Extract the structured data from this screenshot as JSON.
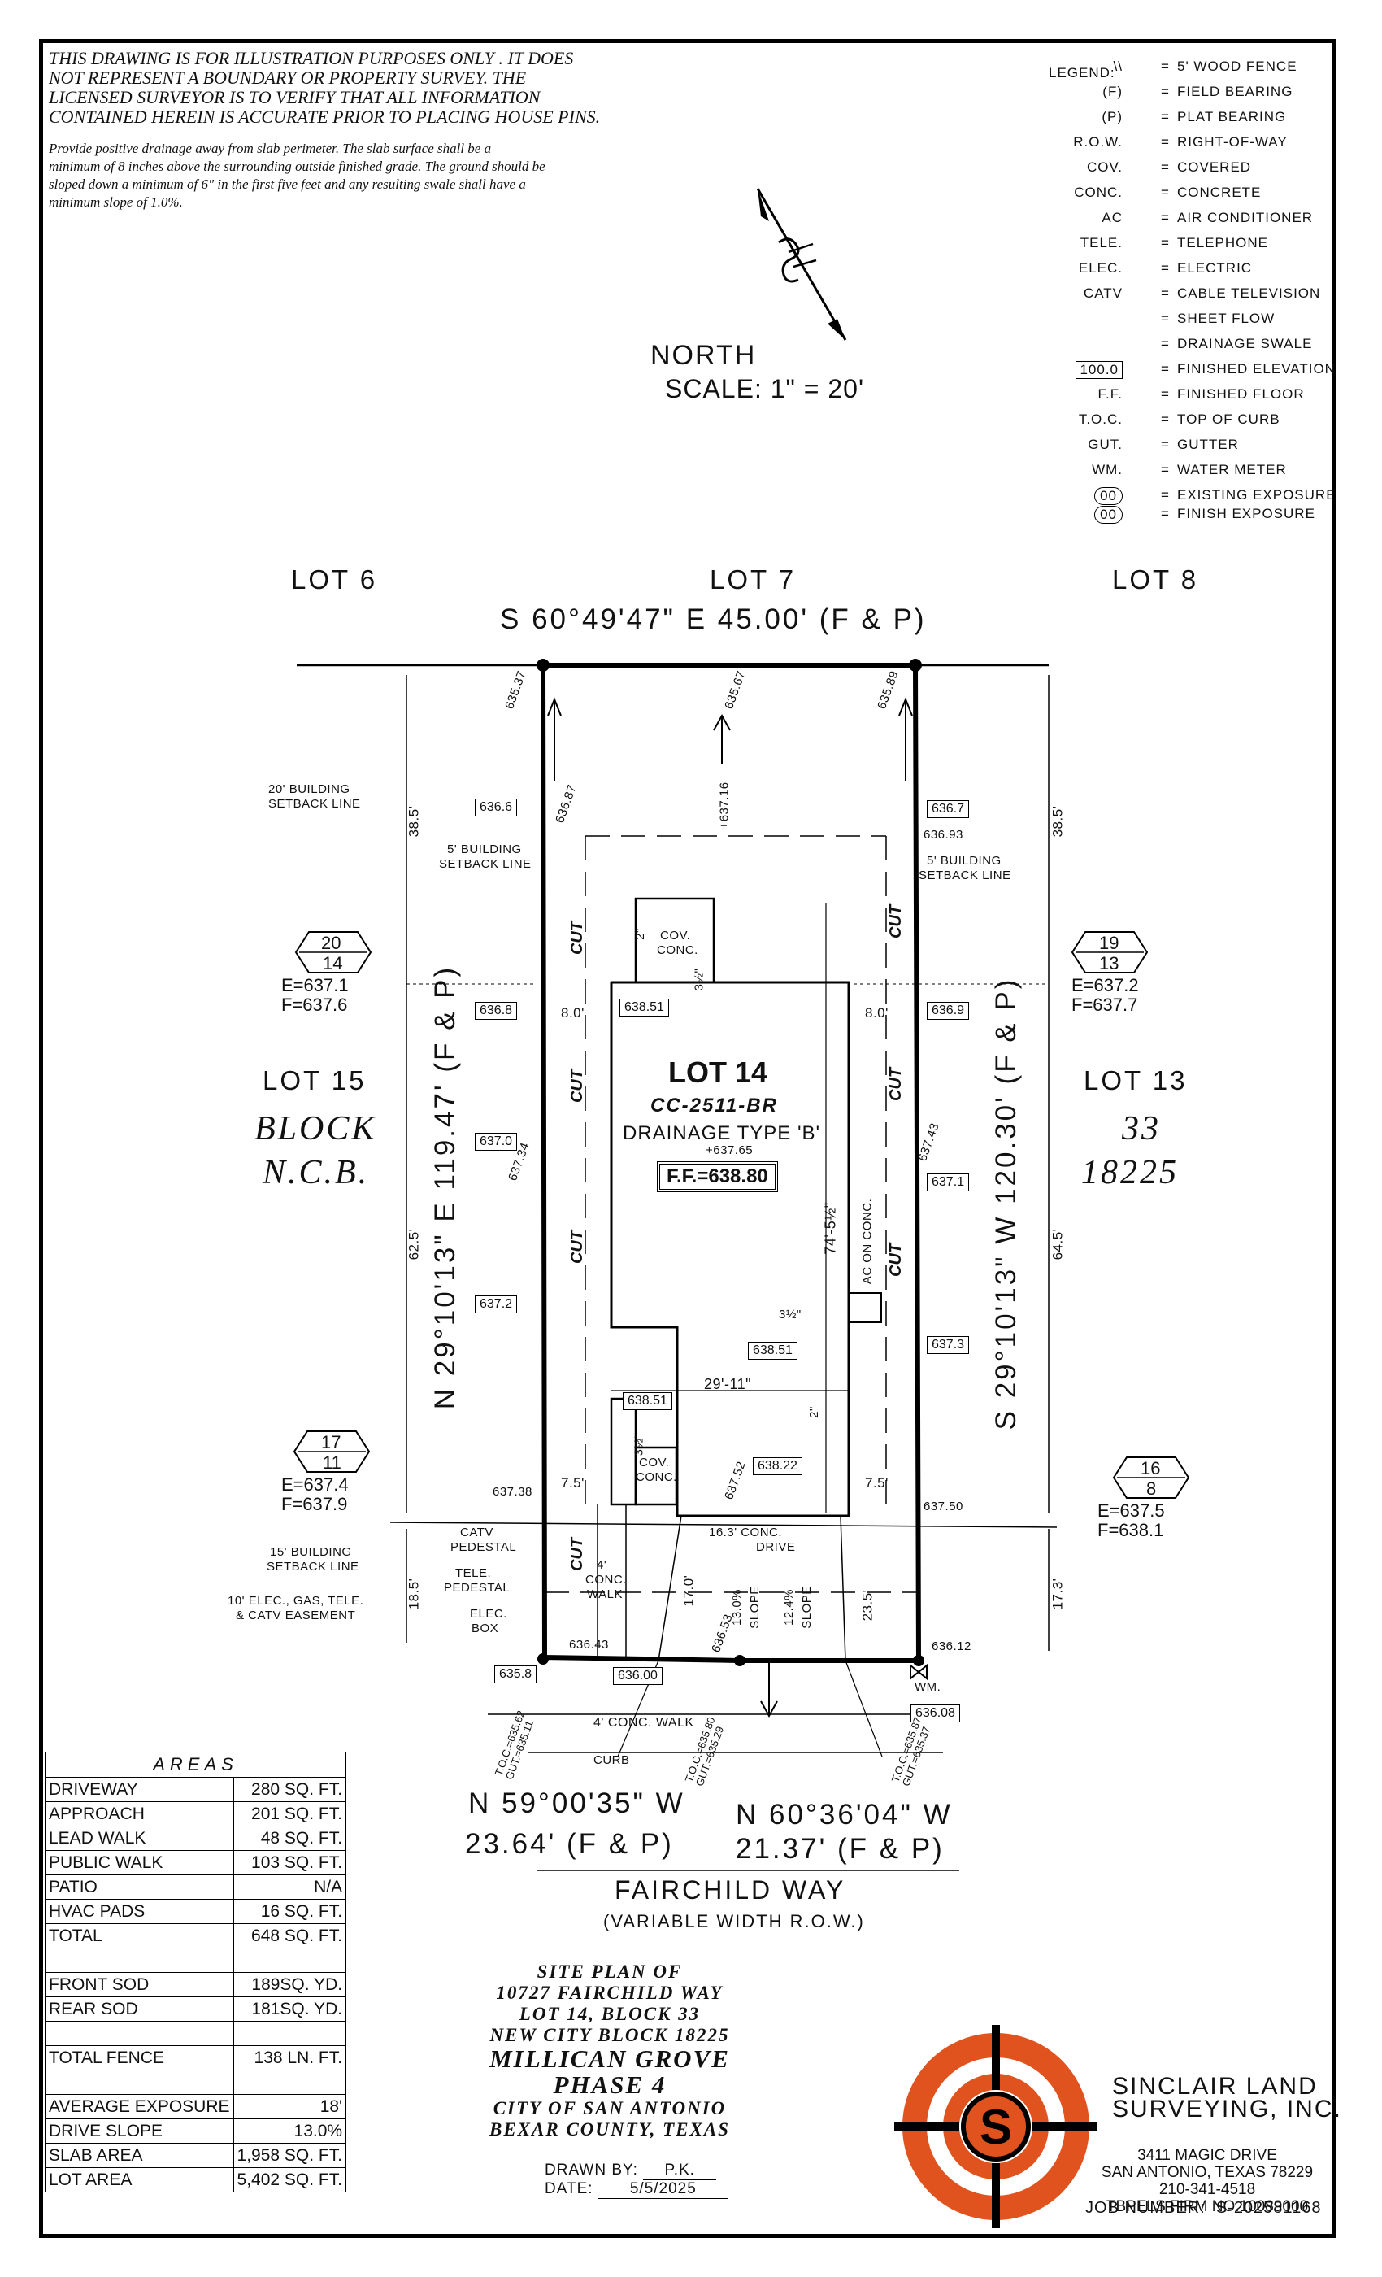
{
  "disclaimer": {
    "line1": "THIS DRAWING IS FOR ILLUSTRATION PURPOSES ONLY . IT DOES",
    "line2": "NOT REPRESENT A BOUNDARY OR PROPERTY SURVEY. THE",
    "line3": "LICENSED SURVEYOR IS TO VERIFY THAT ALL INFORMATION",
    "line4": "CONTAINED HEREIN IS ACCURATE PRIOR TO PLACING HOUSE PINS.",
    "drainage1": "Provide positive drainage away from slab perimeter. The slab surface shall be a",
    "drainage2": "minimum of 8 inches above the surrounding outside finished grade. The ground should be",
    "drainage3": "sloped down a minimum of 6\" in the first five feet and any resulting swale shall have a",
    "drainage4": "minimum slope of 1.0%."
  },
  "legend": {
    "title": "LEGEND:",
    "items": [
      {
        "sym": "\\\\",
        "def": "5' WOOD FENCE"
      },
      {
        "sym": "(F)",
        "def": "FIELD BEARING"
      },
      {
        "sym": "(P)",
        "def": "PLAT BEARING"
      },
      {
        "sym": "R.O.W.",
        "def": "RIGHT-OF-WAY"
      },
      {
        "sym": "COV.",
        "def": "COVERED"
      },
      {
        "sym": "CONC.",
        "def": "CONCRETE"
      },
      {
        "sym": "AC",
        "def": "AIR CONDITIONER"
      },
      {
        "sym": "TELE.",
        "def": "TELEPHONE"
      },
      {
        "sym": "ELEC.",
        "def": "ELECTRIC"
      },
      {
        "sym": "CATV",
        "def": "CABLE TELEVISION"
      },
      {
        "sym": "",
        "def": "SHEET FLOW"
      },
      {
        "sym": "",
        "def": "DRAINAGE SWALE"
      },
      {
        "sym": "100.0",
        "def": "FINISHED ELEVATION"
      },
      {
        "sym": "F.F.",
        "def": "FINISHED FLOOR"
      },
      {
        "sym": "T.O.C.",
        "def": "TOP OF CURB"
      },
      {
        "sym": "GUT.",
        "def": "GUTTER"
      },
      {
        "sym": "WM.",
        "def": "WATER METER"
      },
      {
        "sym": "00",
        "def": "EXISTING EXPOSURE"
      },
      {
        "sym": "00",
        "def": "FINISH EXPOSURE"
      }
    ]
  },
  "north": {
    "label": "NORTH",
    "scale": "SCALE: 1\" = 20'"
  },
  "lots": {
    "lot6": "LOT 6",
    "lot7": "LOT 7",
    "lot8": "LOT 8",
    "lot15": "LOT 15",
    "lot13": "LOT 13",
    "block": "BLOCK",
    "ncb": "N.C.B.",
    "block_no": "33",
    "ncb_no": "18225"
  },
  "bearings": {
    "top": "S 60°49'47\" E 45.00' (F & P)",
    "left": "N 29°10'13\" E 119.47' (F & P)",
    "right": "S 29°10'13\" W 120.30' (F & P)",
    "bottom_left_1": "N 59°00'35\" W",
    "bottom_left_2": "23.64' (F & P)",
    "bottom_right_1": "N 60°36'04\" W",
    "bottom_right_2": "21.37' (F & P)"
  },
  "street": {
    "name": "FAIRCHILD WAY",
    "row": "(VARIABLE WIDTH R.O.W.)"
  },
  "lot14": {
    "title": "LOT 14",
    "plan": "CC-2511-BR",
    "drainage": "DRAINAGE TYPE 'B'",
    "ff": "F.F.=638.80",
    "spot": "+637.65"
  },
  "exposures": {
    "left_top": {
      "top": "20",
      "bot": "14",
      "e": "E=637.1",
      "f": "F=637.6"
    },
    "right_top": {
      "top": "19",
      "bot": "13",
      "e": "E=637.2",
      "f": "F=637.7"
    },
    "left_bot": {
      "top": "17",
      "bot": "11",
      "e": "E=637.4",
      "f": "F=637.9"
    },
    "right_bot": {
      "top": "16",
      "bot": "8",
      "e": "E=637.5",
      "f": "F=638.1"
    }
  },
  "elevations": {
    "e1": "636.6",
    "e2": "636.7",
    "e3": "636.8",
    "e4": "636.9",
    "e5": "638.51",
    "e6": "637.0",
    "e7": "637.1",
    "e8": "637.2",
    "e9": "637.3",
    "e10": "638.51",
    "e11": "638.51",
    "e12": "638.22",
    "e13": "635.8",
    "e14": "636.00",
    "e15": "636.08"
  },
  "spots": {
    "s1": "635.37",
    "s2": "635.67",
    "s3": "635.89",
    "s4": "636.87",
    "s5": "+637.16",
    "s6": "636.93",
    "s7": "637.34",
    "s8": "637.43",
    "s9": "637.38",
    "s10": "637.50",
    "s11": "636.43",
    "s12": "636.12",
    "s13": "637.52",
    "s14": "636.53"
  },
  "dims": {
    "d1": "38.5'",
    "d2": "38.5'",
    "d3": "62.5'",
    "d4": "64.5'",
    "d5": "18.5'",
    "d6": "17.3'",
    "d7": "8.0'",
    "d8": "8.0'",
    "d9": "7.5'",
    "d10": "7.5'",
    "d11": "17.0'",
    "d12": "23.5'",
    "d13": "29'-11\"",
    "d14": "74'-5½\"",
    "d15": "2\"",
    "d16": "3½\"",
    "d17": "2\"",
    "d18": "3½\"",
    "d19": "3½\""
  },
  "notes": {
    "setback20": "20' BUILDING",
    "setback20b": "SETBACK LINE",
    "setback5l": "5' BUILDING",
    "setback5lb": "SETBACK LINE",
    "setback5r": "5' BUILDING",
    "setback5rb": "SETBACK LINE",
    "setback15": "15' BUILDING",
    "setback15b": "SETBACK LINE",
    "easement1": "10' ELEC., GAS, TELE.",
    "easement2": "& CATV EASEMENT",
    "catv1": "CATV",
    "catv2": "PEDESTAL",
    "tele1": "TELE.",
    "tele2": "PEDESTAL",
    "elec1": "ELEC.",
    "elec2": "BOX",
    "walk4": "4'",
    "walk4b": "CONC.",
    "walk4c": "WALK",
    "drive": "16.3' CONC.",
    "drive2": "DRIVE",
    "slope1": "13.0%",
    "slope1b": "SLOPE",
    "slope2": "12.4%",
    "slope2b": "SLOPE",
    "cov": "COV.",
    "conc": "CONC.",
    "ac": "AC ON CONC.",
    "publicwalk": "4' CONC. WALK",
    "curb": "CURB",
    "cut": "CUT",
    "wm": "WM.",
    "toc1": "T.O.C.=",
    "toc1v": "635.62",
    "gut1": "GUT.=",
    "gut1v": "635.11",
    "toc2": "T.O.C.=",
    "toc2v": "635.80",
    "gut2": "GUT.=",
    "gut2v": "635.29",
    "toc3": "T.O.C.=",
    "toc3v": "635.87",
    "gut3": "GUT.=",
    "gut3v": "635.37"
  },
  "areas": {
    "title": "AREAS",
    "rows": [
      [
        "DRIVEWAY",
        "280 SQ. FT."
      ],
      [
        "APPROACH",
        "201 SQ. FT."
      ],
      [
        "LEAD WALK",
        "48 SQ. FT."
      ],
      [
        "PUBLIC WALK",
        "103 SQ. FT."
      ],
      [
        "PATIO",
        "N/A"
      ],
      [
        "HVAC PADS",
        "16 SQ. FT."
      ],
      [
        "TOTAL",
        "648 SQ. FT."
      ],
      [
        "",
        ""
      ],
      [
        "FRONT SOD",
        "189SQ. YD."
      ],
      [
        "REAR SOD",
        "181SQ. YD."
      ],
      [
        "",
        ""
      ],
      [
        "TOTAL FENCE",
        "138 LN. FT."
      ],
      [
        "",
        ""
      ],
      [
        "AVERAGE EXPOSURE",
        "18'"
      ],
      [
        "DRIVE SLOPE",
        "13.0%"
      ],
      [
        "SLAB AREA",
        "1,958 SQ. FT."
      ],
      [
        "LOT AREA",
        "5,402 SQ. FT."
      ]
    ]
  },
  "title_block": {
    "l1": "SITE PLAN OF",
    "l2": "10727 FAIRCHILD WAY",
    "l3": "LOT 14, BLOCK 33",
    "l4": "NEW CITY BLOCK 18225",
    "l5": "MILLICAN GROVE",
    "l6": "PHASE 4",
    "l7": "CITY OF SAN ANTONIO",
    "l8": "BEXAR COUNTY, TEXAS",
    "drawn_label": "DRAWN BY:",
    "drawn_val": "P.K.",
    "date_label": "DATE:",
    "date_val": "5/5/2025"
  },
  "company": {
    "name1": "SINCLAIR LAND",
    "name2": "SURVEYING, INC.",
    "addr1": "3411 MAGIC DRIVE",
    "addr2": "SAN ANTONIO, TEXAS 78229",
    "phone": "210-341-4518",
    "firm": "TBPELS FIRM NO.10089000",
    "job_label": "JOB NUMBER:",
    "job_no": "S-202581168",
    "logo_letter": "S",
    "brand_color": "#e0531e"
  }
}
